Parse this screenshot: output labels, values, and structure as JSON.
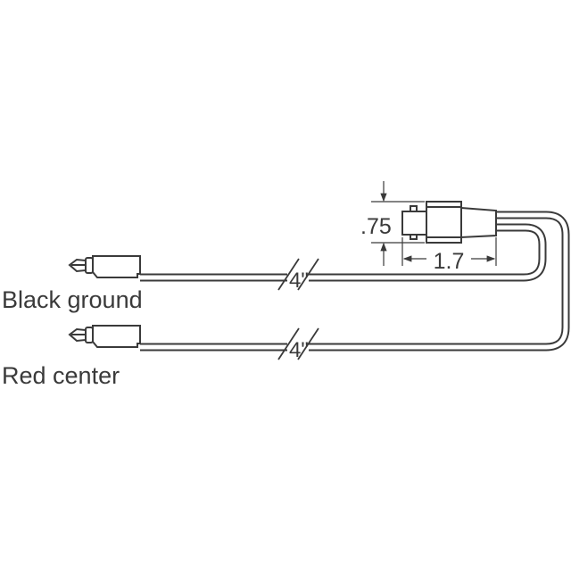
{
  "colors": {
    "line": "#3a3a3a",
    "background": "#ffffff"
  },
  "labels": {
    "black_lead": "Black ground",
    "red_lead": "Red center",
    "black_length": "4\"",
    "red_length": "4\"",
    "height_dim": ".75",
    "length_dim": "1.7"
  }
}
